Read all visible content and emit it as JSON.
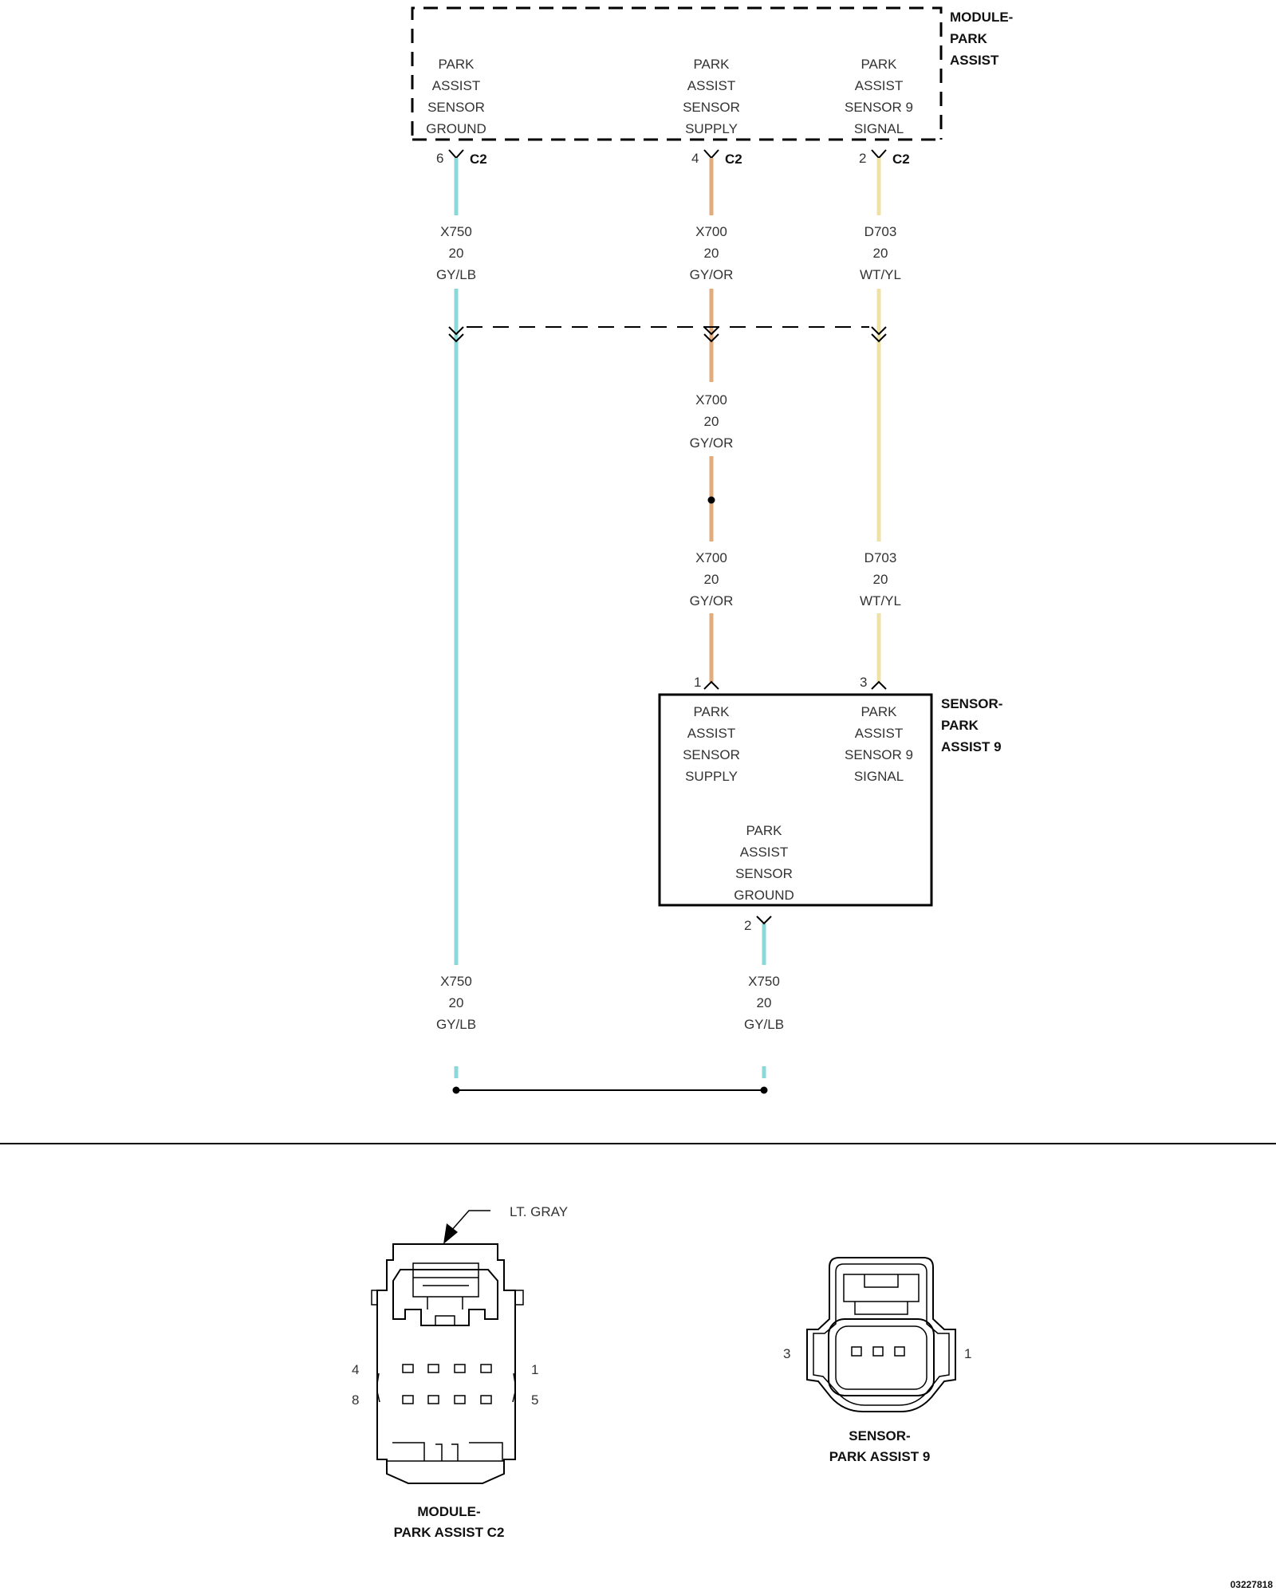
{
  "module": {
    "name": [
      "MODULE-",
      "PARK",
      "ASSIST"
    ],
    "pins": [
      {
        "label": [
          "PARK",
          "ASSIST",
          "SENSOR",
          "GROUND"
        ],
        "pin": "6",
        "connector": "C2"
      },
      {
        "label": [
          "PARK",
          "ASSIST",
          "SENSOR",
          "SUPPLY"
        ],
        "pin": "4",
        "connector": "C2"
      },
      {
        "label": [
          "PARK",
          "ASSIST",
          "SENSOR 9",
          "SIGNAL"
        ],
        "pin": "2",
        "connector": "C2"
      }
    ]
  },
  "wires": {
    "x750": {
      "circuit": "X750",
      "gauge": "20",
      "color": "GY/LB",
      "hex": "#8ad8d8"
    },
    "x700": {
      "circuit": "X700",
      "gauge": "20",
      "color": "GY/OR",
      "hex": "#e2ac7c"
    },
    "d703": {
      "circuit": "D703",
      "gauge": "20",
      "color": "WT/YL",
      "hex": "#efe2a6"
    }
  },
  "sensor": {
    "name": [
      "SENSOR-",
      "PARK",
      "ASSIST 9"
    ],
    "supply": {
      "label": [
        "PARK",
        "ASSIST",
        "SENSOR",
        "SUPPLY"
      ],
      "pin": "1"
    },
    "signal": {
      "label": [
        "PARK",
        "ASSIST",
        "SENSOR 9",
        "SIGNAL"
      ],
      "pin": "3"
    },
    "ground": {
      "label": [
        "PARK",
        "ASSIST",
        "SENSOR",
        "GROUND"
      ],
      "pin": "2"
    }
  },
  "connector_views": {
    "module": {
      "color_callout": "LT. GRAY",
      "pins": {
        "top_left": "4",
        "top_right": "1",
        "bottom_left": "8",
        "bottom_right": "5"
      },
      "caption": [
        "MODULE-",
        "PARK ASSIST C2"
      ]
    },
    "sensor": {
      "pins": {
        "left": "3",
        "right": "1"
      },
      "caption": [
        "SENSOR-",
        "PARK ASSIST 9"
      ]
    }
  },
  "figure_id": "03227818"
}
